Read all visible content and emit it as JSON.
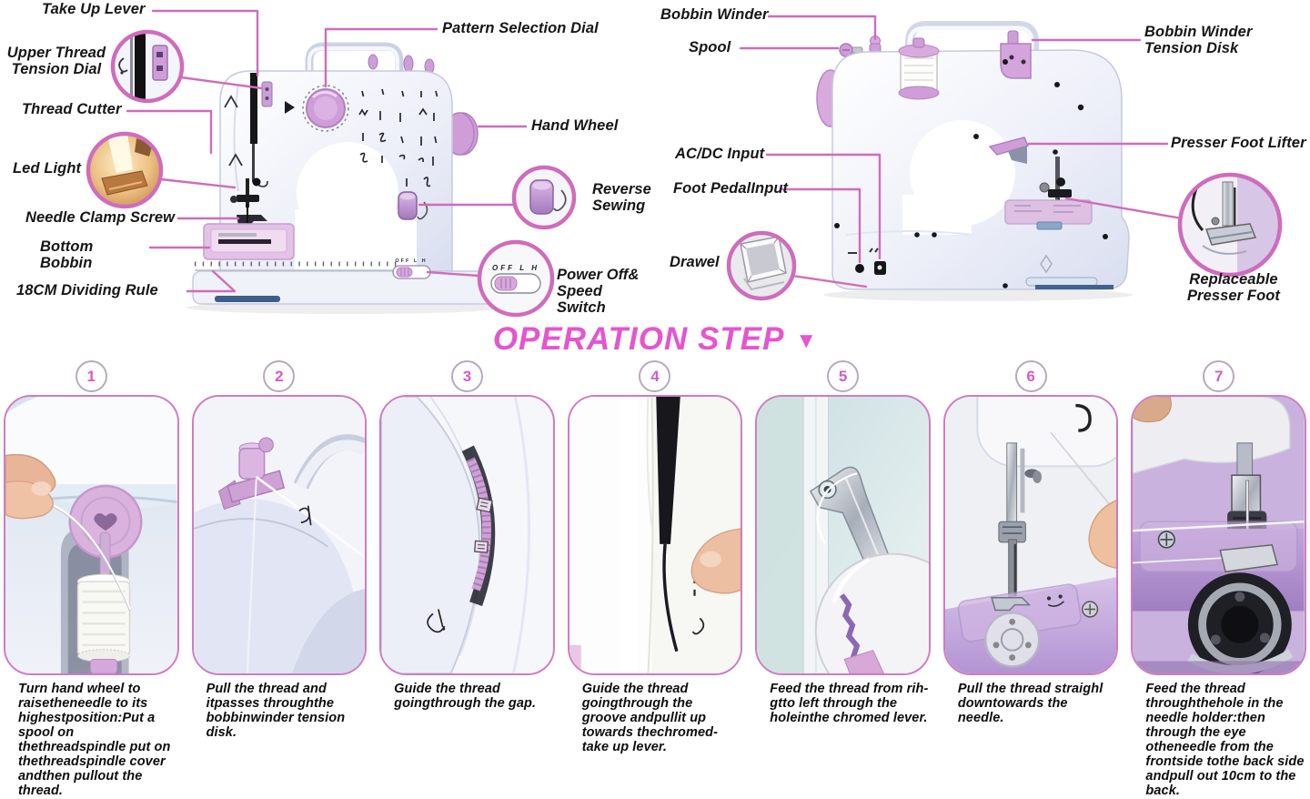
{
  "title": {
    "text": "OPERATION STEP",
    "arrow": "▼"
  },
  "front_view": {
    "labels": {
      "take_up_lever": "Take Up Lever",
      "upper_thread_tension_dial": "Upper Thread Tension Dial",
      "thread_cutter": "Thread Cutter",
      "led_light": "Led Light",
      "needle_clamp_screw": "Needle Clamp Screw",
      "bottom_bobbin": "Bottom Bobbin",
      "dividing_rule": "18CM Dividing Rule",
      "pattern_selection_dial": "Pattern Selection Dial",
      "hand_wheel": "Hand Wheel",
      "reverse_sewing": "Reverse Sewing",
      "power_speed_switch": "Power Off& Speed Switch"
    },
    "switch_markings": "OFF L H"
  },
  "back_view": {
    "labels": {
      "bobbin_winder": "Bobbin Winder",
      "spool": "Spool",
      "bobbin_winder_tension_disk": "Bobbin Winder Tension Disk",
      "ac_dc_input": "AC/DC Input",
      "foot_pedal_input": "Foot PedalInput",
      "drawel": "Drawel",
      "presser_foot_lifter": "Presser Foot Lifter",
      "replaceable_presser_foot": "Replaceable Presser Foot"
    }
  },
  "steps": [
    {
      "num": "1",
      "caption": "Turn hand wheel to raisetheneedle to its highestposition:Put a spool on thethreadspindle put on thethreadspindle cover andthen pullout the thread."
    },
    {
      "num": "2",
      "caption": "Pull the thread and itpasses throughthe bobbinwinder tension disk."
    },
    {
      "num": "3",
      "caption": "Guide the thread goingthrough the gap."
    },
    {
      "num": "4",
      "caption": "Guide the thread goingthrough the groove andpullit up towards thechromed-take up lever."
    },
    {
      "num": "5",
      "caption": "Feed the thread from rih-gtto left through the holeinthe chromed lever."
    },
    {
      "num": "6",
      "caption": "Pull the thread straighl downtowards the needle."
    },
    {
      "num": "7",
      "caption": "Feed the thread throughthehole in the needle holder:then through the eye otheneedle from the frontside tothe back side andpull out 10cm to the back."
    }
  ],
  "colors": {
    "accent_pink": "#cf6cbc",
    "title_pink": "#e455ce",
    "machine_lavender": "#e6eaf6"
  }
}
